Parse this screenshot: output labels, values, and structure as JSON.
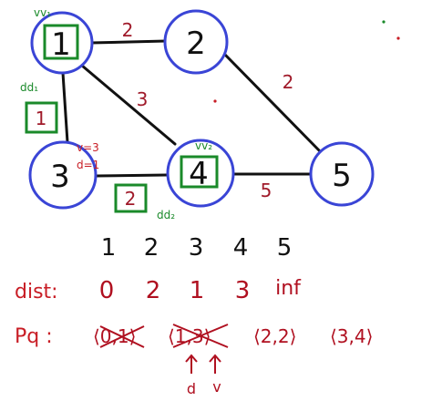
{
  "graph": {
    "nodes": [
      {
        "id": "1",
        "label": "1"
      },
      {
        "id": "2",
        "label": "2"
      },
      {
        "id": "3",
        "label": "3"
      },
      {
        "id": "4",
        "label": "4"
      },
      {
        "id": "5",
        "label": "5"
      }
    ],
    "edges": [
      {
        "from": "1",
        "to": "2",
        "weight": "2"
      },
      {
        "from": "1",
        "to": "3",
        "weight": "1"
      },
      {
        "from": "1",
        "to": "4",
        "weight": "3"
      },
      {
        "from": "2",
        "to": "5",
        "weight": "2"
      },
      {
        "from": "3",
        "to": "4",
        "weight": "2"
      },
      {
        "from": "4",
        "to": "5",
        "weight": "5"
      }
    ],
    "annotations": {
      "vv1": "vv₁",
      "vv2": "vv₂",
      "dd1": "dd₁",
      "dd2": "dd₂",
      "v3": "v=3",
      "d1": "d=1",
      "box_1": "1",
      "box_2": "2"
    }
  },
  "table": {
    "indices": [
      "1",
      "2",
      "3",
      "4",
      "5"
    ],
    "dist_label": "dist:",
    "dist_values": [
      "0",
      "2",
      "1",
      "3",
      "inf"
    ]
  },
  "pq": {
    "label": "Pq :",
    "items": [
      {
        "text": "⟨0,1⟩",
        "crossed": true
      },
      {
        "text": "⟨1,3⟩",
        "crossed": true
      },
      {
        "text": "⟨2,2⟩",
        "crossed": false
      },
      {
        "text": "⟨3,4⟩",
        "crossed": false
      }
    ],
    "pointer_d": "d",
    "pointer_v": "v"
  },
  "colors": {
    "node_stroke": "#3a45d6",
    "edge": "#111111",
    "weight": "#a01a2a",
    "highlight_box": "#1a8a2a",
    "annotation_red": "#b01020"
  }
}
